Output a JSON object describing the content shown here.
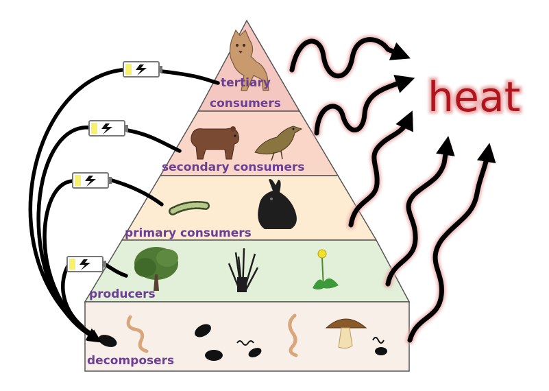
{
  "diagram": {
    "levels": [
      {
        "key": "tertiary",
        "label_line1": "tertiary",
        "label_line2": "consumers",
        "fill": "#f4c7c1"
      },
      {
        "key": "secondary",
        "label": "secondary consumers",
        "fill": "#f9d6c7"
      },
      {
        "key": "primary",
        "label": "primary consumers",
        "fill": "#fdecd2"
      },
      {
        "key": "producers",
        "label": "producers",
        "fill": "#e2efd9"
      },
      {
        "key": "decomposers",
        "label": "decomposers",
        "fill": "#f9efe9"
      }
    ],
    "heat_label": "heat",
    "colors": {
      "label_text": "#6b3f93",
      "heat_text": "#b0151d",
      "heat_glow": "#e8a0a0",
      "arrows": "#000000",
      "battery": "#f6f06a"
    },
    "icons": [
      "mountain-lion-icon",
      "bear-icon",
      "bird-icon",
      "caterpillar-icon",
      "rabbit-icon",
      "tree-icon",
      "grass-icon",
      "dandelion-icon",
      "worm-icon",
      "mushroom-icon",
      "bacteria-icon",
      "battery-icon",
      "lightning-icon"
    ]
  }
}
